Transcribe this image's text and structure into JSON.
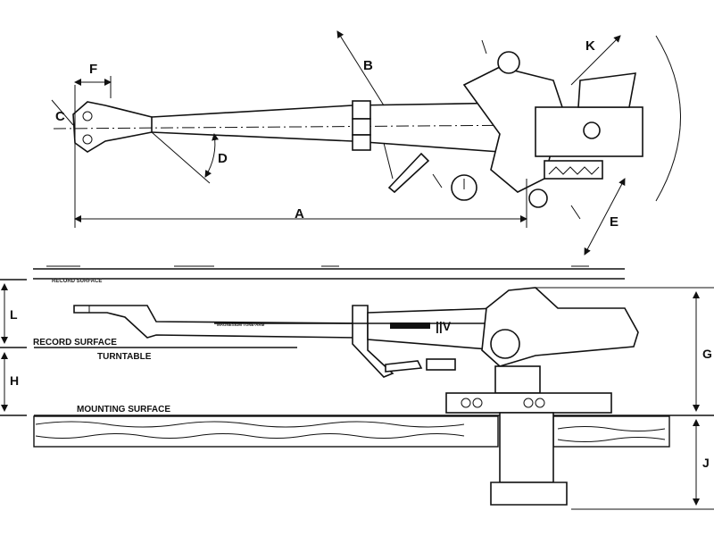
{
  "dimension_labels": {
    "A": "A",
    "B": "B",
    "C": "C",
    "D": "D",
    "E": "E",
    "F": "F",
    "G": "G",
    "H": "H",
    "J": "J",
    "K": "K",
    "L": "L"
  },
  "surface_labels": {
    "record_surface_top": "RECORD SURFACE",
    "record_surface": "RECORD SURFACE",
    "turntable": "TURNTABLE",
    "mounting_surface": "MOUNTING SURFACE"
  },
  "arm_text": "MAGNESIUM TONE-ARM",
  "brand_mark": "||V"
}
